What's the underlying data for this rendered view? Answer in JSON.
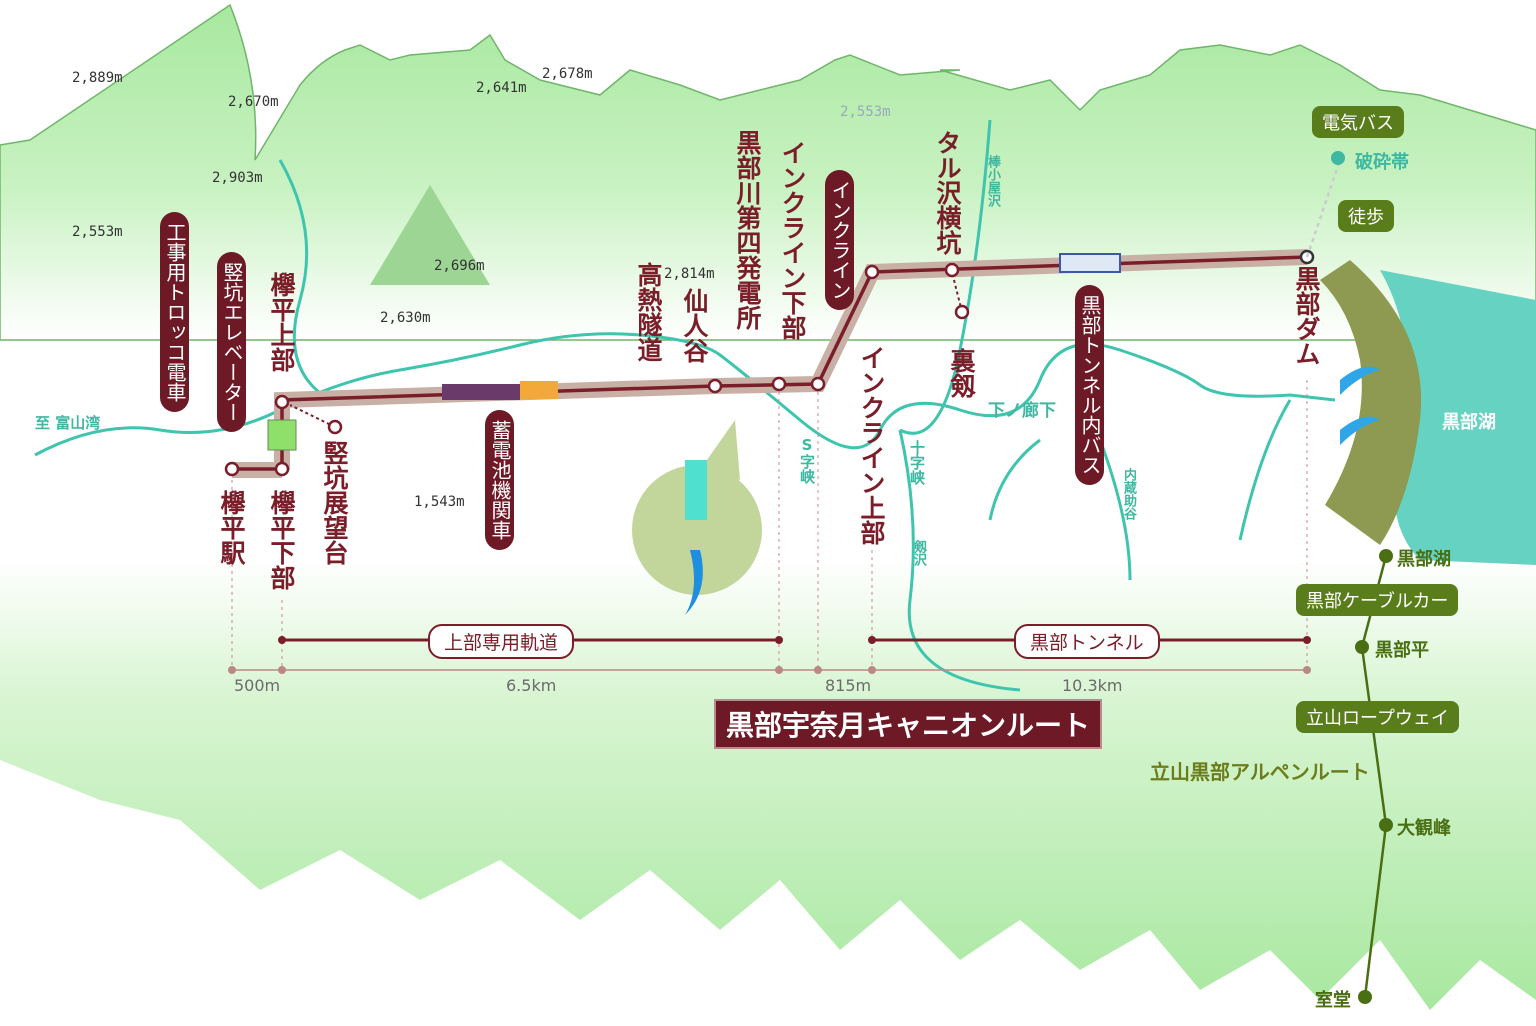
{
  "colors": {
    "route": "#7a1e2a",
    "band": "#c9b0a6",
    "river": "#3fc4ad",
    "lake": "#66d3c2",
    "dam": "#8e9a52",
    "mountain": "#a8e8a0",
    "alpine": "#5a7d1c"
  },
  "title": "黒部宇奈月キャニオンルート",
  "labels": {
    "torokko": "工事用トロッコ電車",
    "elevator": "竪坑エレベーター",
    "keyakidaira_upper": "欅平上部",
    "keyakidaira_station": "欅平駅",
    "keyakidaira_lower": "欅平下部",
    "shaft_observatory": "竪坑展望台",
    "battery_loco": "蓄電池機関車",
    "high_heat_tunnel": "高熱隧道",
    "senninndani": "仙人谷",
    "power_station": "黒部川第四発電所",
    "incline_lower": "インクライン下部",
    "incline": "インクライン",
    "incline_upper": "インクライン上部",
    "taruzawa": "タル沢横坑",
    "urazuru": "裏剱",
    "tunnel_bus": "黒部トンネル内バス",
    "kurobe_dam": "黒部ダム",
    "kurobe_lake": "黒部湖"
  },
  "rivers": {
    "to_toyama": "至 富山湾",
    "s_gorge": "S字峡",
    "juji_gorge": "十字峡",
    "shimonoroka": "下ノ廊下",
    "bokoya": "棒小屋沢",
    "kuranosuke": "内蔵助谷",
    "tsurugisawa": "剱沢",
    "fracture_zone": "破砕帯"
  },
  "alpine": {
    "electric_bus": "電気バス",
    "walk": "徒歩",
    "cablecar": "黒部ケーブルカー",
    "ropeway": "立山ロープウェイ",
    "st_lake": "黒部湖",
    "st_daira": "黒部平",
    "st_daikanbo": "大観峰",
    "st_murodo": "室堂",
    "route_name": "立山黒部アルペンルート"
  },
  "segments": {
    "upper_track": "上部専用軌道",
    "kurobe_tunnel": "黒部トンネル"
  },
  "distances": [
    "500m",
    "6.5km",
    "815m",
    "10.3km"
  ],
  "elevations": [
    "2,889m",
    "2,670m",
    "2,903m",
    "2,553m",
    "2,641m",
    "2,678m",
    "2,696m",
    "2,630m",
    "2,814m",
    "1,543m",
    "2,553m"
  ]
}
